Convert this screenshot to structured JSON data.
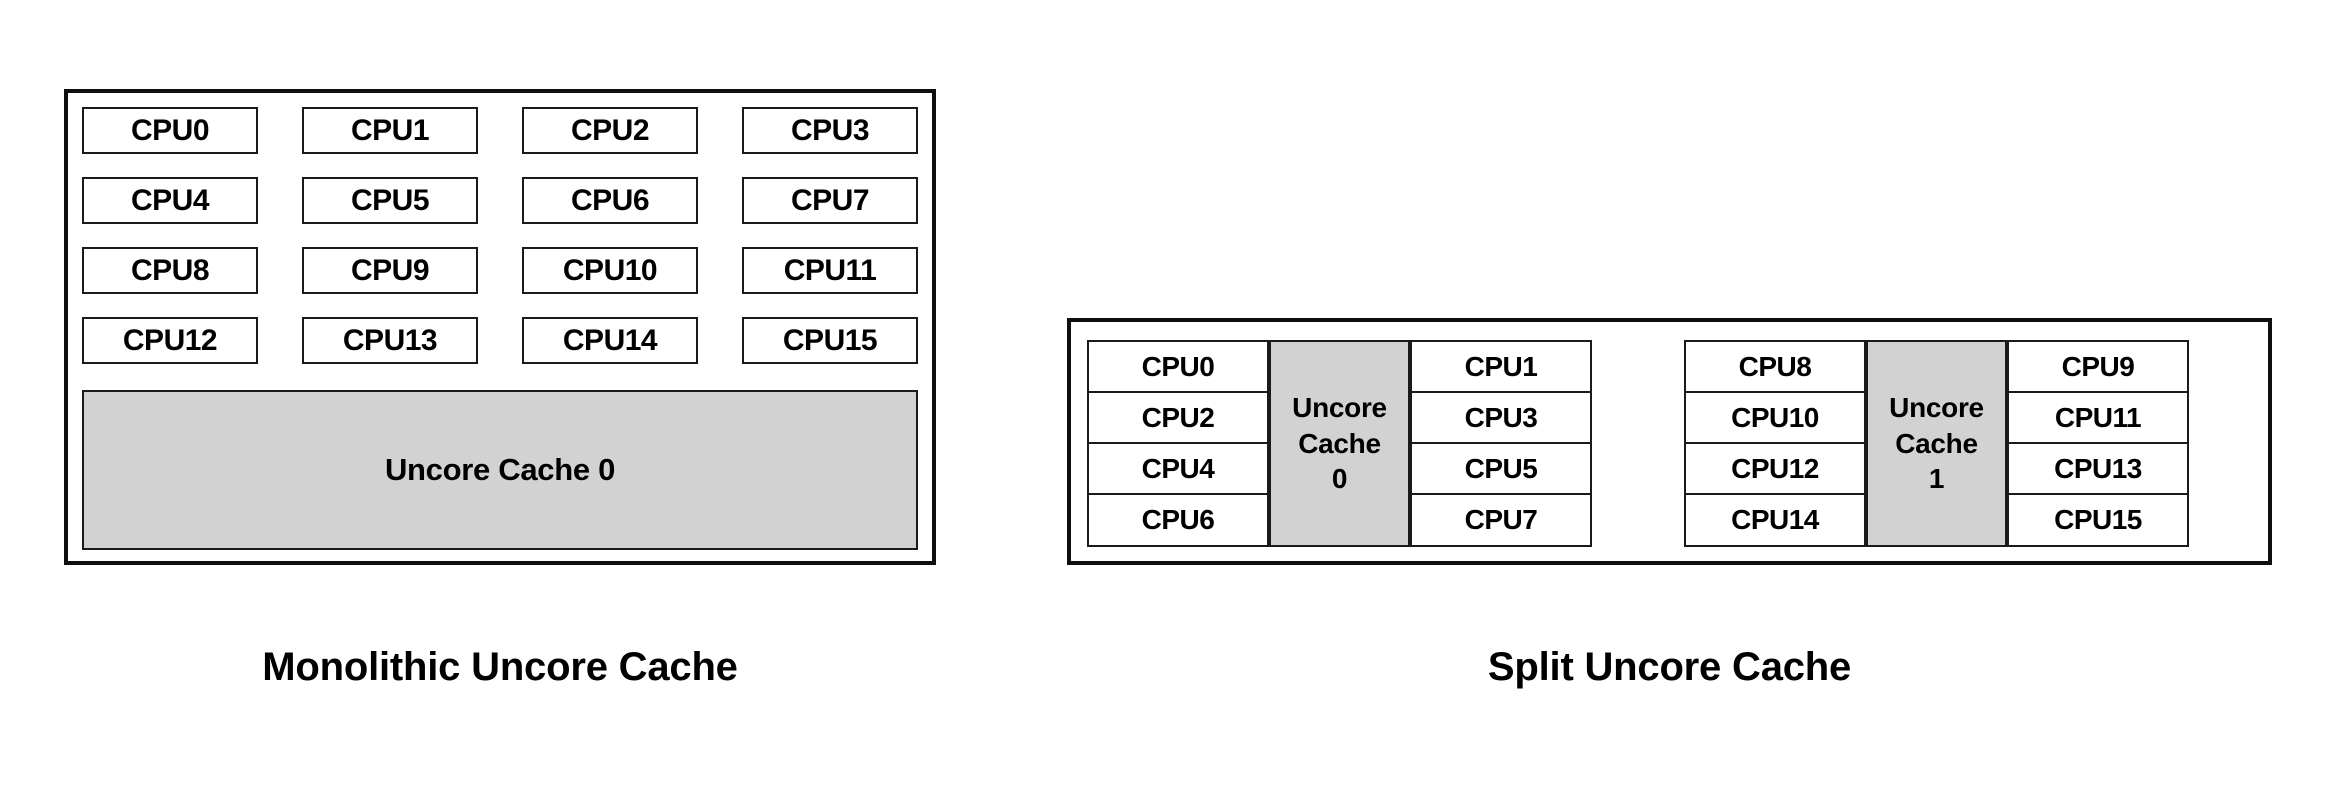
{
  "colors": {
    "page_background": "#ffffff",
    "cache_fill": "#d2d2d2",
    "box_fill": "#ffffff",
    "border": "#1a1a1a",
    "text": "#000000"
  },
  "figures": {
    "monolithic": {
      "caption": "Monolithic Uncore Cache",
      "cpus": [
        "CPU0",
        "CPU1",
        "CPU2",
        "CPU3",
        "CPU4",
        "CPU5",
        "CPU6",
        "CPU7",
        "CPU8",
        "CPU9",
        "CPU10",
        "CPU11",
        "CPU12",
        "CPU13",
        "CPU14",
        "CPU15"
      ],
      "cache_label": "Uncore Cache 0"
    },
    "split": {
      "caption": "Split Uncore Cache",
      "groups": [
        {
          "left_cpus": [
            "CPU0",
            "CPU2",
            "CPU4",
            "CPU6"
          ],
          "cache_line1": "Uncore",
          "cache_line2": "Cache",
          "cache_line3": "0",
          "right_cpus": [
            "CPU1",
            "CPU3",
            "CPU5",
            "CPU7"
          ]
        },
        {
          "left_cpus": [
            "CPU8",
            "CPU10",
            "CPU12",
            "CPU14"
          ],
          "cache_line1": "Uncore",
          "cache_line2": "Cache",
          "cache_line3": "1",
          "right_cpus": [
            "CPU9",
            "CPU11",
            "CPU13",
            "CPU15"
          ]
        }
      ]
    }
  }
}
